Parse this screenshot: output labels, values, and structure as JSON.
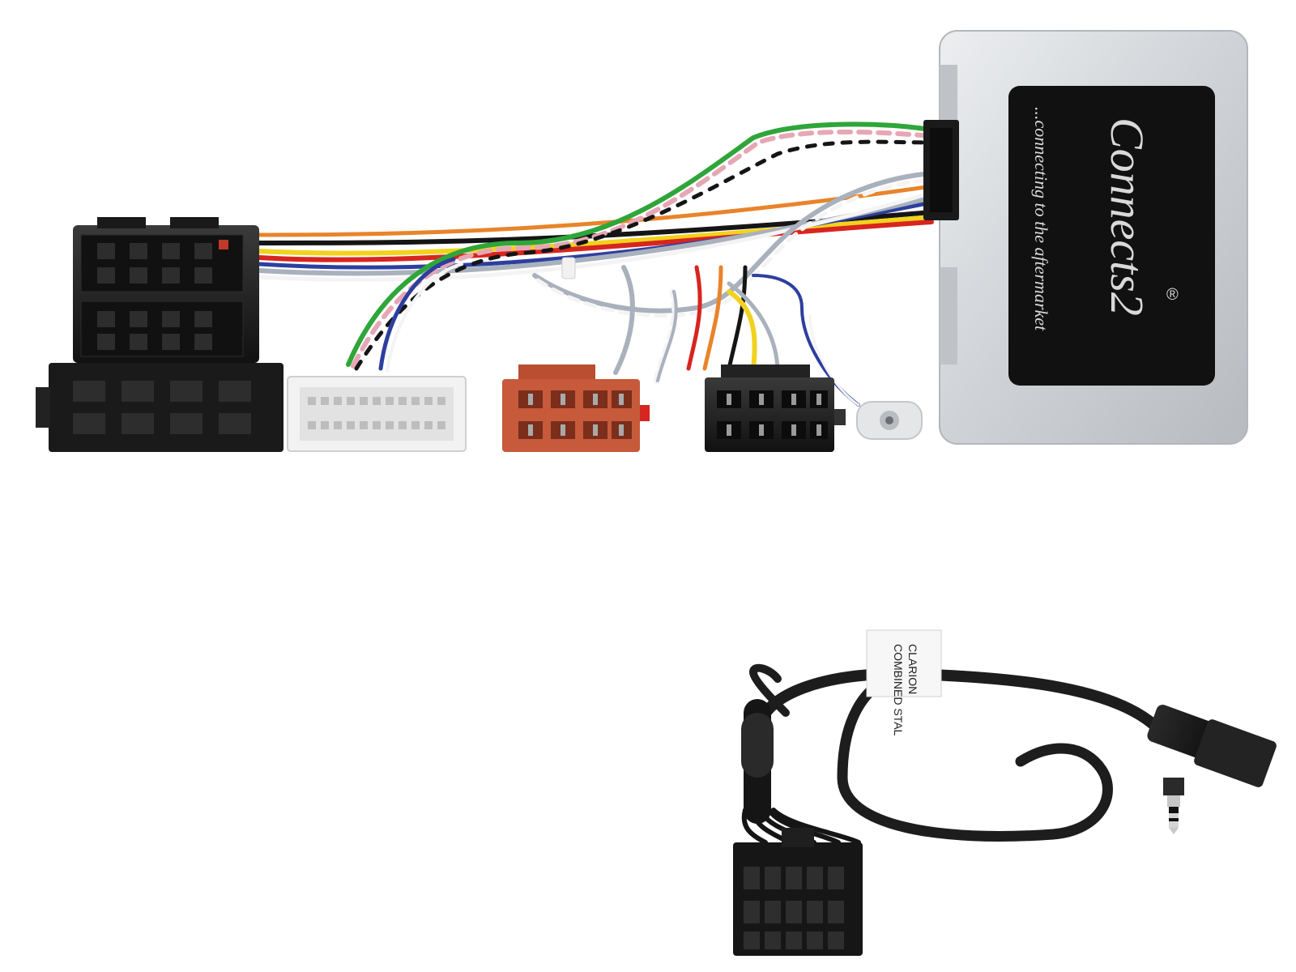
{
  "colors": {
    "background": "#ffffff",
    "module_body": "#d2d4d7",
    "module_label": "#111111",
    "connector_black": "#1c1c1c",
    "connector_white": "#f2f2f2",
    "connector_orange": "#c65a3a",
    "wire_green": "#2fa53a",
    "wire_pink": "#e6a7b4",
    "wire_blue": "#2d3f9e",
    "wire_yellow": "#f2d21e",
    "wire_red": "#d8251f",
    "wire_grey": "#a9b1bd",
    "wire_white": "#f4f4f4",
    "wire_black": "#151515"
  },
  "module": {
    "brand": "Connects2",
    "tagline": "...connecting to the aftermarket",
    "registered_mark": "®"
  },
  "lead_tag": {
    "line1": "CLARION",
    "line2": "COMBINED STAL"
  },
  "icons": {
    "iso_connector": "iso-connector-icon",
    "white_multipin": "white-multipin-connector-icon",
    "orange_iso": "orange-iso-connector-icon",
    "black_iso": "black-iso-connector-icon",
    "antenna_jack": "antenna-jack-icon",
    "interface_box": "interface-box-icon",
    "jack_plug": "jack-plug-icon",
    "molex_plug": "molex-plug-icon"
  }
}
